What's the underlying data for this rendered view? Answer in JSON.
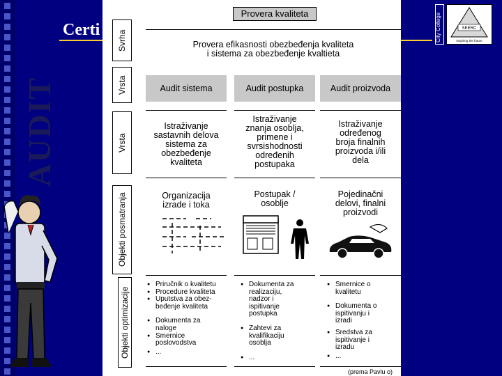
{
  "slide": {
    "title": "Certi",
    "side_title": "AUDIT",
    "logo_college": "City College",
    "logo_badge": "SEERC",
    "logo_tagline": "Inspiring the future"
  },
  "diagram": {
    "header": "Provera kvaliteta",
    "rows": {
      "svrha": {
        "label": "Svrha",
        "text": "Provera efikasnosti obezbeđenja kvaliteta\ni sistema za obezbeđenje kvaltieta"
      },
      "vrsta1": {
        "label": "Vrsta",
        "cells": [
          "Audit sistema",
          "Audit postupka",
          "Audit proizvoda"
        ]
      },
      "vrsta2": {
        "label": "Vrsta",
        "cells": [
          "Istraživanje\nsastavnih delova\nsistema za\nobezbeđenje\nkvaliteta",
          "Istraživanje\nznanja osoblja,\nprimene i\nsvrsishodnosti\nodređenih\npostupaka",
          "Istraživanje\nodređenog\nbroja finalnih\nproizvoda i/ili\ndela"
        ]
      },
      "posmatranja": {
        "label": "Objekti posmatranja",
        "cells": [
          "Organizacija\nizrade i toka",
          "Postupak /\nosoblje",
          "Pojedinačni\ndelovi, finalni\nproizvodi"
        ]
      },
      "optimizacije": {
        "label": "Objekti optimizacije",
        "cols": [
          [
            "Priručnik o kvalitetu",
            "Procedure kvaliteta",
            "Uputstva za obez-\nbeđenje kvaliteta",
            "Dokumenta za\nnaloge",
            "Smernice\nposlovodstva",
            "..."
          ],
          [
            "Dokumenta za\nrealizaciju,\nnadzor i\nispitivanje\npostupka",
            "Zahtevi za\nkvalifikaciju\nosoblja",
            "..."
          ],
          [
            "Smernice o\nkvalitetu",
            "Dokumenta o\nispitivanju i\nizradi",
            "Sredstva za\nispitivanje i\nizradu",
            "..."
          ]
        ]
      }
    },
    "source": "(prema Pavlu o)"
  },
  "colors": {
    "background": "#000080",
    "accent_rule": "#ffcc33",
    "header_fill": "#c8c8c8"
  }
}
